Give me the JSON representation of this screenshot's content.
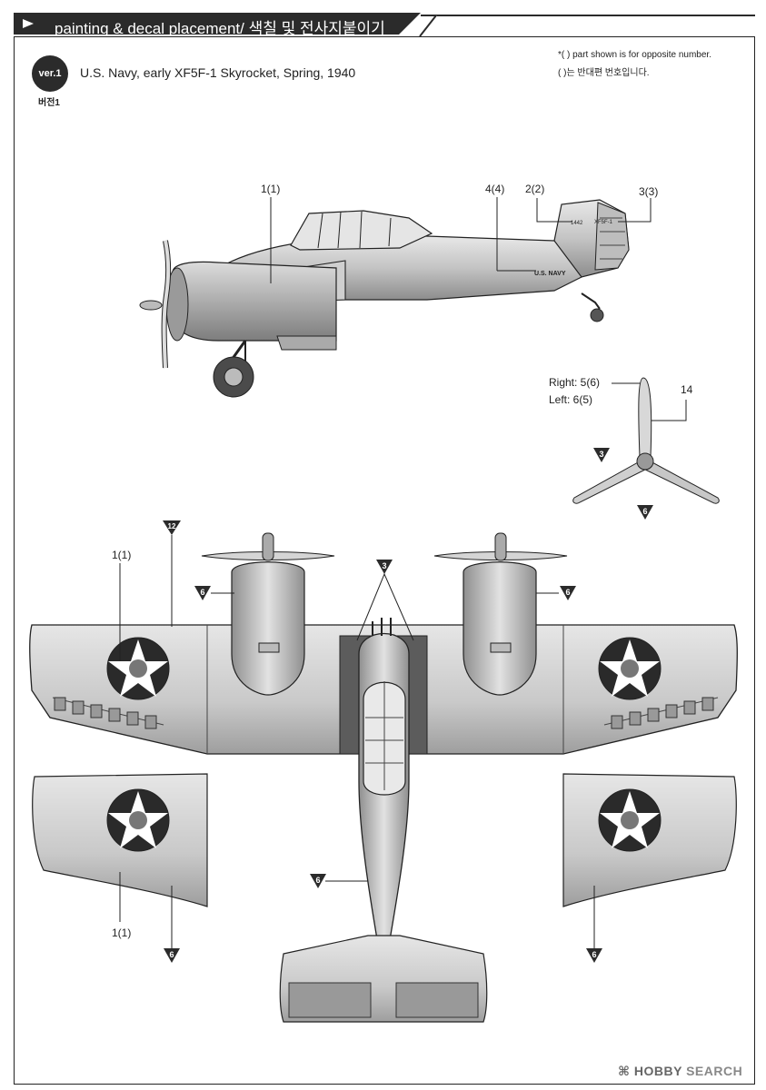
{
  "header": {
    "title": "painting & decal placement/ 색칠 및 전사지붙이기"
  },
  "version": {
    "badge": "ver.1",
    "badge_sub": "버전1",
    "title": "U.S. Navy, early XF5F-1 Skyrocket, Spring, 1940"
  },
  "notes": {
    "line1": "*(   ) part shown is for opposite number.",
    "line2": "(   )는 반대편 번호입니다."
  },
  "side_view": {
    "label_1": "1(1)",
    "label_4": "4(4)",
    "label_2": "2(2)",
    "label_3": "3(3)",
    "fuselage_marking": "U.S. NAVY",
    "tail_number": "1442",
    "tail_marking": "XF5F-1"
  },
  "propeller": {
    "right": "Right: 5(6)",
    "left": "Left: 6(5)",
    "part": "14",
    "color_top": "3",
    "color_bottom": "6"
  },
  "plan_view": {
    "label_1_upper": "1(1)",
    "label_1_lower": "1(1)",
    "color_12": "12",
    "color_3": "3",
    "color_6": "6"
  },
  "watermark": {
    "brand": "HOBBY",
    "brand2": "SEARCH",
    "logo_glyph": "⌘"
  },
  "colors": {
    "ink": "#222222",
    "aircraft_gray": "#b9b9b9",
    "roundel_blue": "#2a2a2a",
    "roundel_red": "#777777"
  }
}
